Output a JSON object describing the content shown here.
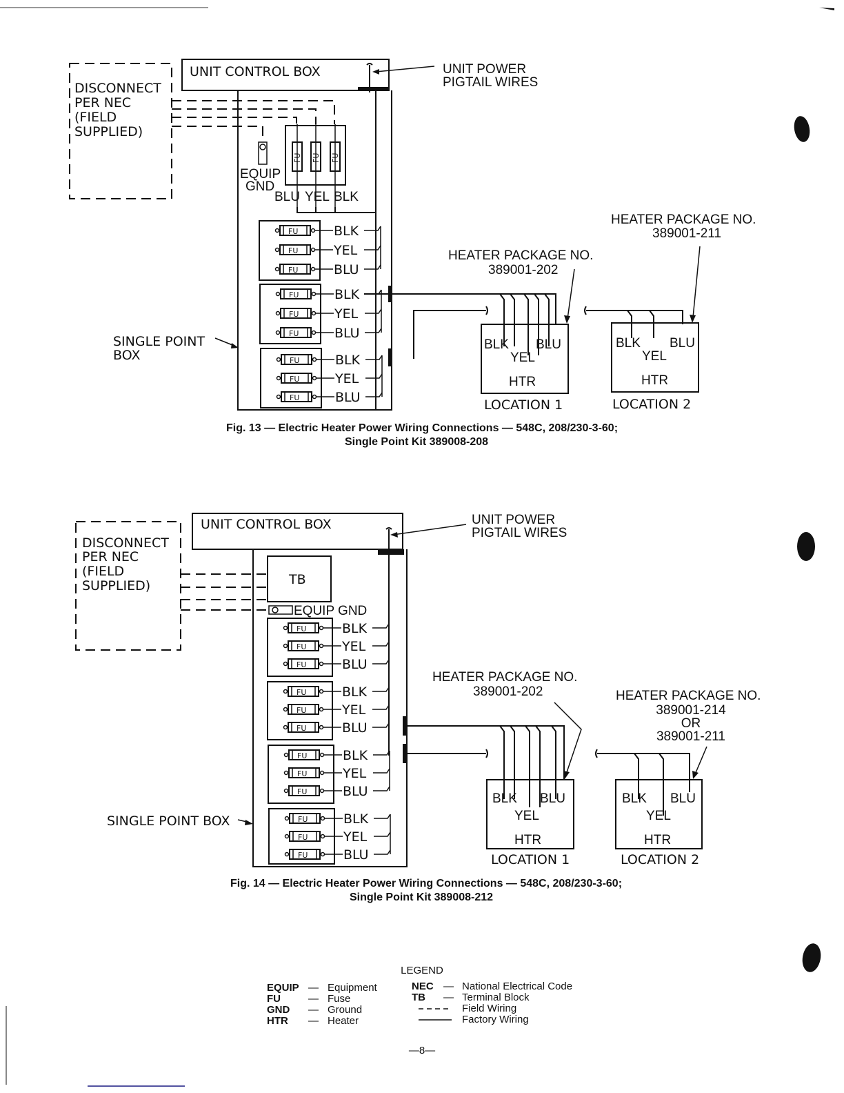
{
  "page": {
    "page_number": "—8—"
  },
  "fig13": {
    "disconnect_lines": [
      "DISCONNECT",
      "PER NEC",
      "(FIELD",
      "SUPPLIED)"
    ],
    "unit_control_box": "UNIT CONTROL BOX",
    "pigtail_lines": [
      "UNIT POWER",
      "PIGTAIL WIRES"
    ],
    "equip_gnd": [
      "EQUIP",
      "GND"
    ],
    "top_fuse_labels": [
      "BLU",
      "YEL",
      "BLK"
    ],
    "fuse_text": "FU",
    "fuse_groups": [
      [
        "BLK",
        "YEL",
        "BLU"
      ],
      [
        "BLK",
        "YEL",
        "BLU"
      ],
      [
        "BLK",
        "YEL",
        "BLU"
      ]
    ],
    "single_point_box": [
      "SINGLE POINT",
      "BOX"
    ],
    "heater1": {
      "package_label": "HEATER PACKAGE NO.",
      "package_no": "389001-202",
      "wires": [
        "BLK",
        "YEL",
        "BLU"
      ],
      "name": "HTR",
      "location": "LOCATION 1"
    },
    "heater2": {
      "package_label": "HEATER PACKAGE NO.",
      "package_no": "389001-211",
      "wires": [
        "BLK",
        "YEL",
        "BLU"
      ],
      "name": "HTR",
      "location": "LOCATION 2"
    },
    "caption_line1": "Fig. 13 — Electric Heater Power Wiring Connections — 548C, 208/230-3-60;",
    "caption_line2": "Single Point Kit 389008-208"
  },
  "fig14": {
    "disconnect_lines": [
      "DISCONNECT",
      "PER NEC",
      "(FIELD",
      "SUPPLIED)"
    ],
    "unit_control_box": "UNIT CONTROL BOX",
    "pigtail_lines": [
      "UNIT POWER",
      "PIGTAIL WIRES"
    ],
    "tb": "TB",
    "equip_gnd": "EQUIP GND",
    "fuse_text": "FU",
    "fuse_groups": [
      [
        "BLK",
        "YEL",
        "BLU"
      ],
      [
        "BLK",
        "YEL",
        "BLU"
      ],
      [
        "BLK",
        "YEL",
        "BLU"
      ],
      [
        "BLK",
        "YEL",
        "BLU"
      ]
    ],
    "single_point_box": "SINGLE POINT BOX",
    "heater1": {
      "package_label": "HEATER PACKAGE NO.",
      "package_no": "389001-202",
      "wires": [
        "BLK",
        "YEL",
        "BLU"
      ],
      "name": "HTR",
      "location": "LOCATION 1"
    },
    "heater2": {
      "package_label": "HEATER PACKAGE NO.",
      "package_lines": [
        "389001-214",
        "OR",
        "389001-211"
      ],
      "wires": [
        "BLK",
        "YEL",
        "BLU"
      ],
      "name": "HTR",
      "location": "LOCATION 2"
    },
    "caption_line1": "Fig. 14 — Electric Heater Power Wiring Connections — 548C, 208/230-3-60;",
    "caption_line2": "Single Point Kit 389008-212"
  },
  "legend": {
    "title": "LEGEND",
    "left": [
      {
        "abbr": "EQUIP",
        "dash": "—",
        "meaning": "Equipment"
      },
      {
        "abbr": "FU",
        "dash": "—",
        "meaning": "Fuse"
      },
      {
        "abbr": "GND",
        "dash": "—",
        "meaning": "Ground"
      },
      {
        "abbr": "HTR",
        "dash": "—",
        "meaning": "Heater"
      }
    ],
    "right": [
      {
        "abbr": "NEC",
        "dash": "—",
        "meaning": "National Electrical Code"
      },
      {
        "abbr": "TB",
        "dash": "—",
        "meaning": "Terminal Block"
      },
      {
        "symbol": "dashed-line",
        "meaning": "Field Wiring"
      },
      {
        "symbol": "solid-line",
        "meaning": "Factory Wiring"
      }
    ]
  }
}
